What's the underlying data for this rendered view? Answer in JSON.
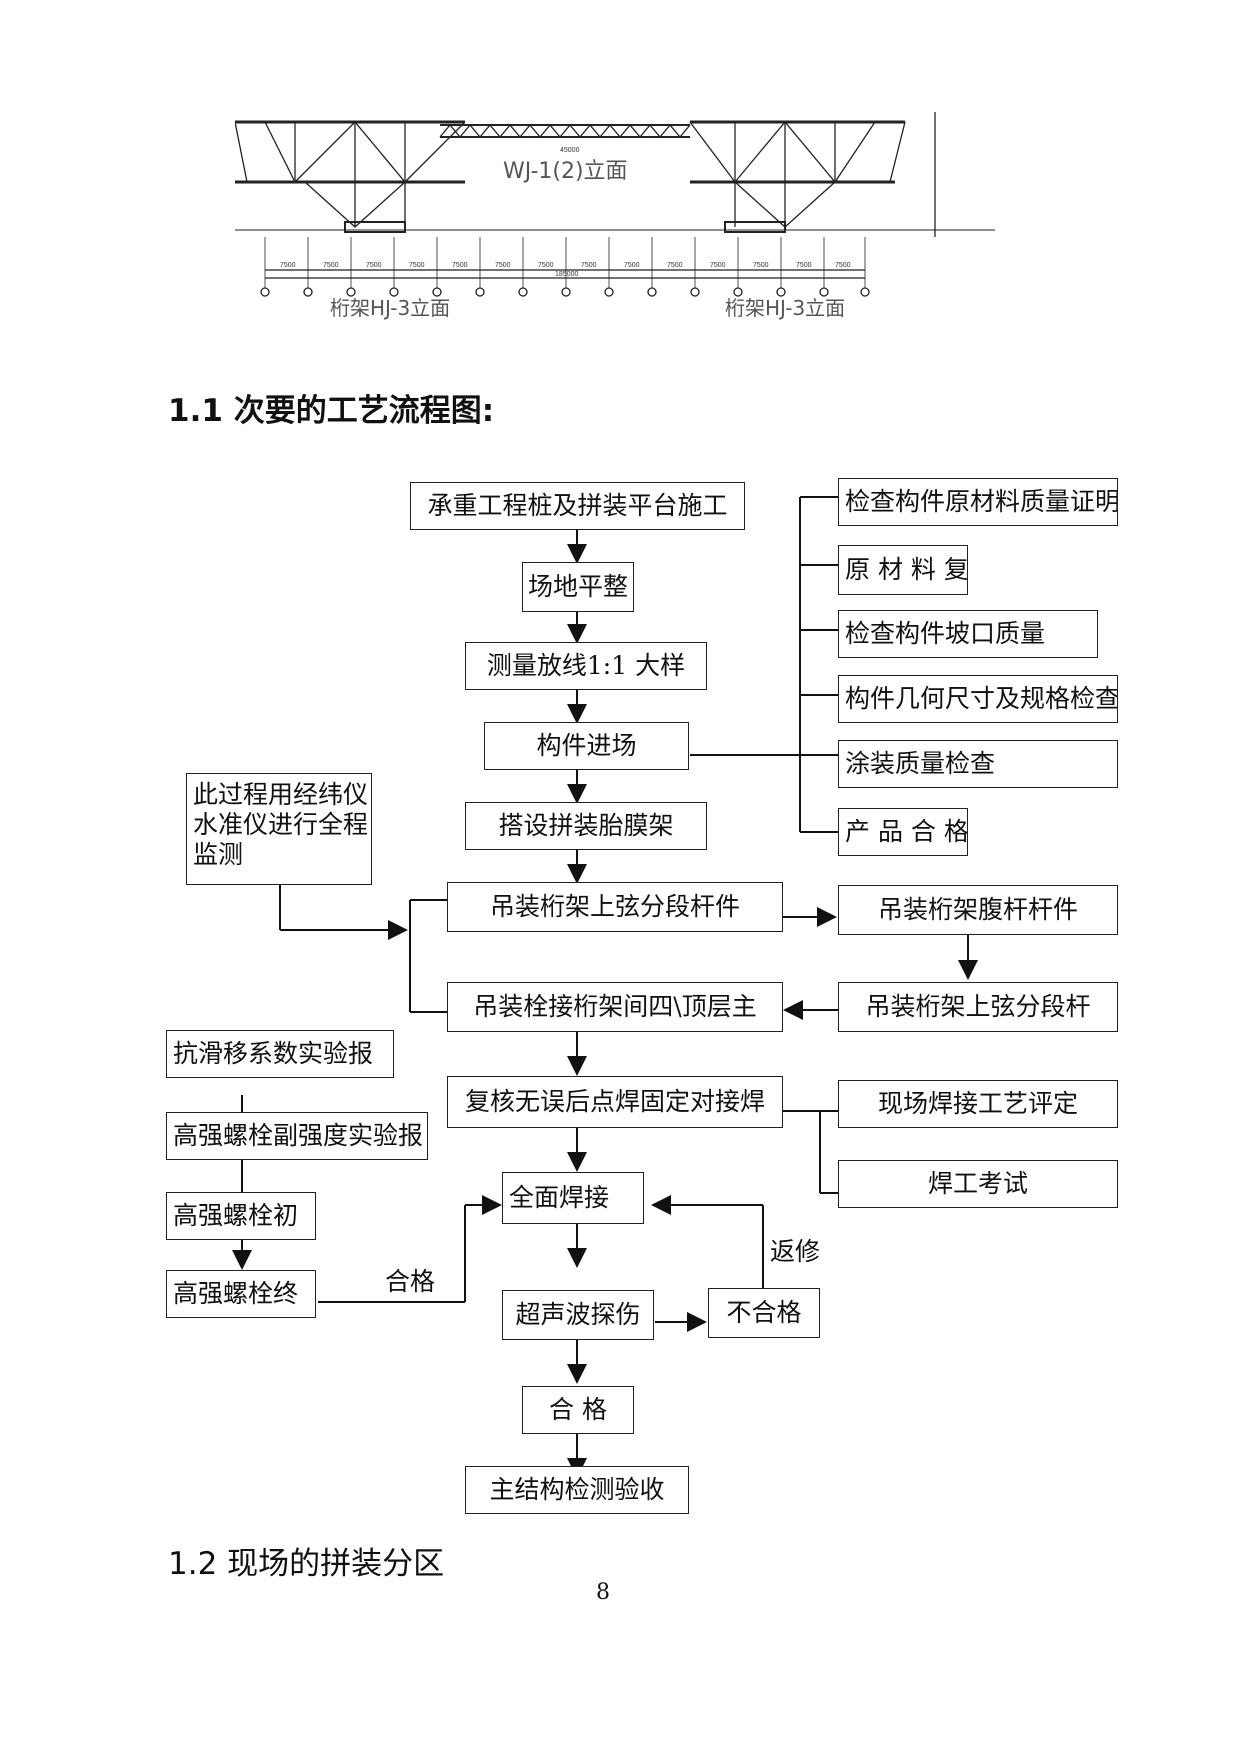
{
  "drawing": {
    "center_label": "WJ-1(2)立面",
    "left_caption": "桁架HJ-3立面",
    "right_caption": "桁架HJ-3立面",
    "span_total": "185000",
    "span_mid": "45000",
    "dim_values": [
      "7500",
      "7500",
      "7500",
      "7500",
      "7500",
      "7500",
      "7500",
      "7500",
      "7500",
      "7500",
      "7500",
      "7500",
      "7500",
      "7500"
    ]
  },
  "section1_title": "1.1 次要的工艺流程图:",
  "section2_title": "1.2  现场的拼装分区",
  "page_number": "8",
  "flow": {
    "main": {
      "n1": "承重工程桩及拼装平台施工",
      "n2": "场地平整",
      "n3": "测量放线1:1 大样",
      "n4": "构件进场",
      "n5": "搭设拼装胎膜架",
      "n6": "吊装桁架上弦分段杆件",
      "n7": "吊装栓接桁架间四\\顶层主",
      "n8": "复核无误后点焊固定对接焊",
      "n9": "全面焊接",
      "n10": "超声波探伤",
      "n11": "不合格",
      "n12": "合 格",
      "n13": "主结构检测验收"
    },
    "right_checks": [
      "检查构件原材料质量证明",
      "原 材 料 复",
      "检查构件坡口质量",
      "构件几何尺寸及规格检查",
      "涂装质量检查",
      "产 品 合 格"
    ],
    "right_side": {
      "r1": "吊装桁架腹杆杆件",
      "r2": "吊装桁架上弦分段杆",
      "r3": "现场焊接工艺评定",
      "r4": "焊工考试"
    },
    "left_note": [
      "此过程用经纬仪",
      "水准仪进行全程",
      "监测"
    ],
    "left_bolts": [
      "抗滑移系数实验报",
      "高强螺栓副强度实验报",
      "高强螺栓初",
      "高强螺栓终"
    ],
    "labels": {
      "pass": "合格",
      "repair": "返修"
    }
  }
}
